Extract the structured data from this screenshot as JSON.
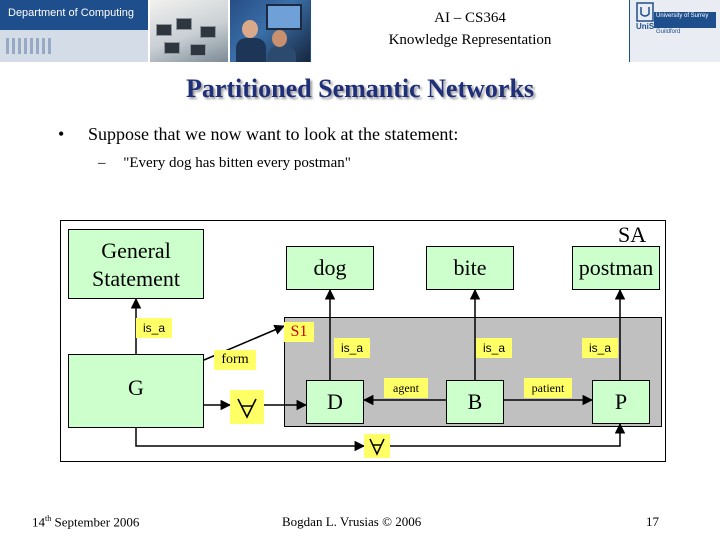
{
  "header": {
    "department": "Department of Computing",
    "course": "AI – CS364",
    "subtitle": "Knowledge Representation",
    "logo_text": "UniS",
    "university": "University of Surrey",
    "university_place": "Guildford"
  },
  "slide": {
    "title": "Partitioned Semantic Networks",
    "bullet": "Suppose that we now want to look at the statement:",
    "sub_bullet": "\"Every dog has bitten every postman\"",
    "bullet_marker": "•",
    "sub_marker": "–"
  },
  "diagram": {
    "general_statement": "General\nStatement",
    "g": "G",
    "dog": "dog",
    "bite": "bite",
    "postman": "postman",
    "sa": "SA",
    "s1": "S1",
    "d": "D",
    "b": "B",
    "p": "P",
    "is_a": "is_a",
    "form": "form",
    "agent": "agent",
    "patient": "patient",
    "forall_icon": "forall-icon"
  },
  "footer": {
    "date_day": "14",
    "date_suffix": "th",
    "date_rest": " September 2006",
    "author": "Bogdan L. Vrusias © 2006",
    "page": "17"
  },
  "colors": {
    "header_blue": "#1f4e8c",
    "title": "#1f2f7a",
    "node_green": "#ccffcc",
    "label_yellow": "#ffff66",
    "partition_gray": "#c0c0c0",
    "s1_red": "#cc0000"
  }
}
